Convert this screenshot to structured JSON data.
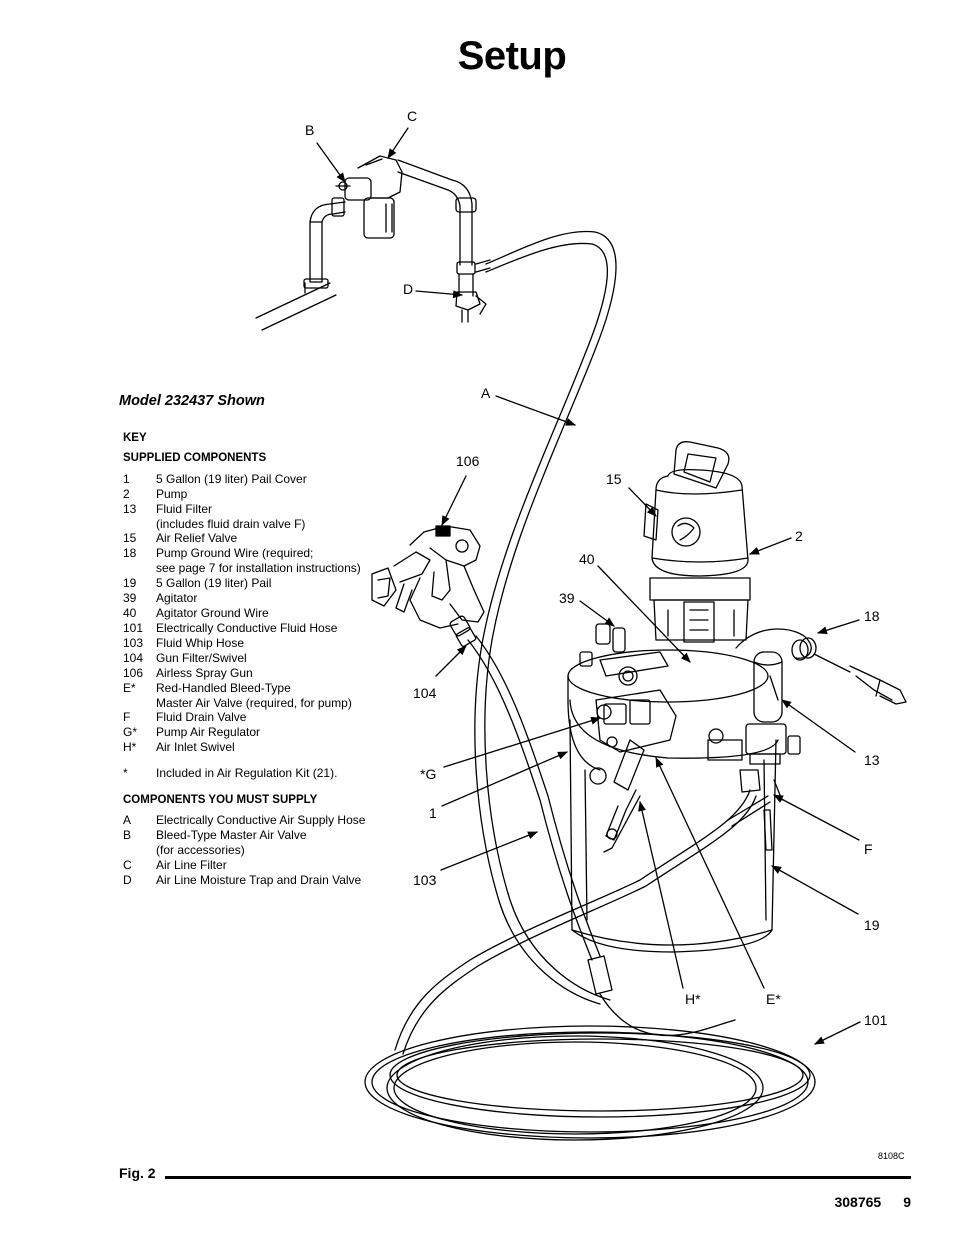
{
  "page": {
    "title": "Setup",
    "model_caption": "Model 232437 Shown",
    "figure_label": "Fig. 2",
    "figure_number": "8108C",
    "doc_number": "308765",
    "page_number": "9"
  },
  "key": {
    "heading": "KEY",
    "supplied_heading": "SUPPLIED COMPONENTS",
    "supplied": [
      {
        "code": "1",
        "desc": "5 Gallon (19 liter) Pail Cover"
      },
      {
        "code": "2",
        "desc": "Pump"
      },
      {
        "code": "13",
        "desc": "Fluid Filter"
      },
      {
        "code": "",
        "desc": "(includes fluid drain valve F)"
      },
      {
        "code": "15",
        "desc": "Air Relief Valve"
      },
      {
        "code": "18",
        "desc": "Pump Ground Wire (required;"
      },
      {
        "code": "",
        "desc": "see page 7 for installation instructions)"
      },
      {
        "code": "19",
        "desc": "5 Gallon (19 liter) Pail"
      },
      {
        "code": "39",
        "desc": "Agitator"
      },
      {
        "code": "40",
        "desc": "Agitator Ground Wire"
      },
      {
        "code": "101",
        "desc": "Electrically Conductive Fluid Hose"
      },
      {
        "code": "103",
        "desc": "Fluid Whip Hose"
      },
      {
        "code": "104",
        "desc": "Gun Filter/Swivel"
      },
      {
        "code": "106",
        "desc": "Airless Spray Gun"
      },
      {
        "code": "E*",
        "desc": "Red-Handled Bleed-Type"
      },
      {
        "code": "",
        "desc": "Master Air Valve (required, for pump)"
      },
      {
        "code": "F",
        "desc": "Fluid Drain Valve"
      },
      {
        "code": "G*",
        "desc": "Pump Air Regulator"
      },
      {
        "code": "H*",
        "desc": "Air Inlet Swivel"
      }
    ],
    "footnote": {
      "code": "*",
      "desc": "Included in Air Regulation Kit (21)."
    },
    "supply_heading": "COMPONENTS YOU MUST SUPPLY",
    "supply": [
      {
        "code": "A",
        "desc": "Electrically Conductive Air Supply Hose"
      },
      {
        "code": "B",
        "desc": "Bleed-Type Master Air Valve"
      },
      {
        "code": "",
        "desc": "(for accessories)"
      },
      {
        "code": "C",
        "desc": "Air Line Filter"
      },
      {
        "code": "D",
        "desc": "Air Line Moisture Trap and Drain Valve"
      }
    ]
  },
  "callouts": {
    "B": "B",
    "C": "C",
    "D": "D",
    "A": "A",
    "n106": "106",
    "n15": "15",
    "n2": "2",
    "n40": "40",
    "n39": "39",
    "n18": "18",
    "n104": "104",
    "G": "*G",
    "n13": "13",
    "n1": "1",
    "F": "F",
    "n103": "103",
    "n19": "19",
    "H": "H*",
    "E": "E*",
    "n101": "101"
  }
}
